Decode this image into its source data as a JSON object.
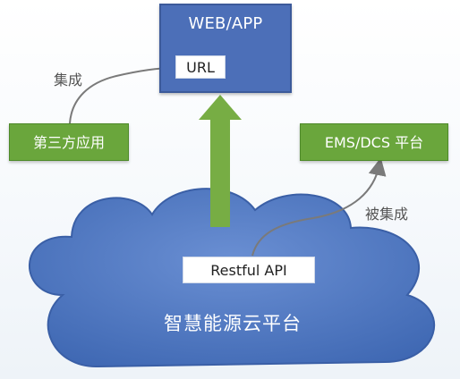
{
  "webapp": {
    "title": "WEB/APP",
    "url_label": "URL"
  },
  "third_party": {
    "label": "第三方应用"
  },
  "ems_dcs": {
    "label": "EMS/DCS 平台"
  },
  "labels": {
    "integrate": "集成",
    "integrated_by": "被集成"
  },
  "cloud": {
    "title": "智慧能源云平台",
    "api_label": "Restful API"
  },
  "colors": {
    "webapp_fill": "#4c6fb8",
    "green_fill": "#6aa63c",
    "cloud_fill": "#4f79c2",
    "arrow_fill": "#77ad44",
    "connector": "#7a7a7a"
  }
}
